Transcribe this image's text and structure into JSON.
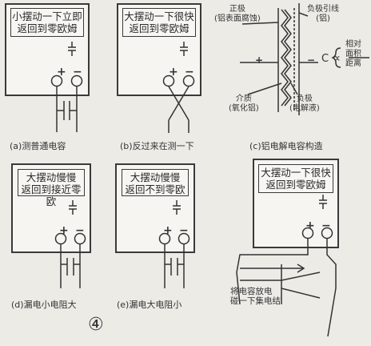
{
  "panels": {
    "a": {
      "screen": "小摆动一下立即\n返回到零欧姆",
      "caption": "(a)测普通电容"
    },
    "b": {
      "screen": "大摆动一下很快\n返回到零欧姆",
      "caption": "(b)反过来在测一下"
    },
    "c": {
      "caption": "(c)铝电解电容构造",
      "pos_label": "正极\n(铝表面腐蚀)",
      "neg_lead_label": "负极引线\n(铝)",
      "dielectric_label": "介质\n(氧化铝)",
      "neg_label": "负极\n(电解液)",
      "formula_label": "相对\n面积\n距离",
      "c_symbol": "C",
      "c_prop": "∝"
    },
    "d": {
      "screen": "大摆动慢慢\n返回到接近零欧",
      "caption": "(d)漏电小电阻大"
    },
    "e": {
      "screen": "大摆动慢慢\n返回不到零欧",
      "caption": "(e)漏电大电阻小"
    },
    "f": {
      "screen": "大摆动一下很快\n返回到零欧姆",
      "note": "将电容放电\n碰一下集电结"
    }
  },
  "plus_sign": "+",
  "minus_sign": "−",
  "figure_number": "④"
}
